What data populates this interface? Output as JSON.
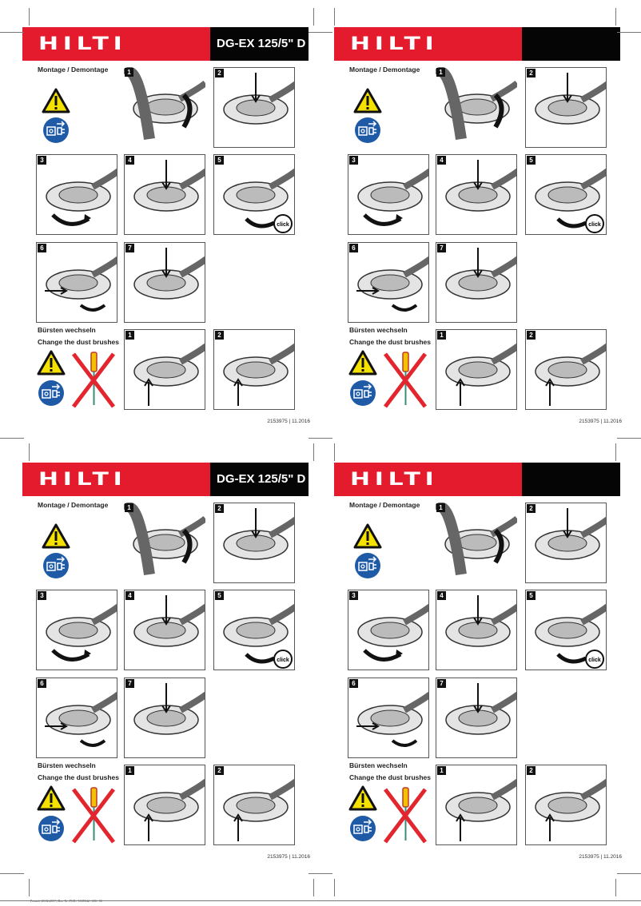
{
  "panels": [
    {
      "brand": "HILTI",
      "model": "DG-EX 125/5\" D",
      "show_model": true
    },
    {
      "brand": "HILTI",
      "model": "",
      "show_model": false
    },
    {
      "brand": "HILTI",
      "model": "DG-EX 125/5\" D",
      "show_model": true
    },
    {
      "brand": "HILTI",
      "model": "",
      "show_model": false
    }
  ],
  "section_assembly": "Montage / Demontage",
  "section_brushes_de": "Bürsten wechseln",
  "section_brushes_en": "Change the dust brushes",
  "assembly_steps": [
    "1",
    "2",
    "3",
    "4",
    "5",
    "6",
    "7"
  ],
  "brush_steps": [
    "1",
    "2"
  ],
  "click_label": "click",
  "doc_ref": "2153975 | 11.2016",
  "printed": "Printed: 20.02.2017 | Doc-Nr: PUB / 5335542 / 000 / 00",
  "colors": {
    "brand_red": "#e31b2d",
    "header_black": "#050505",
    "warning_yellow": "#f5e100",
    "mandatory_blue": "#1f5aa6",
    "prohibit_red": "#e3262e"
  },
  "icons": [
    "warning-icon",
    "unplug-icon",
    "no-screwdriver-icon",
    "eye-icon"
  ]
}
